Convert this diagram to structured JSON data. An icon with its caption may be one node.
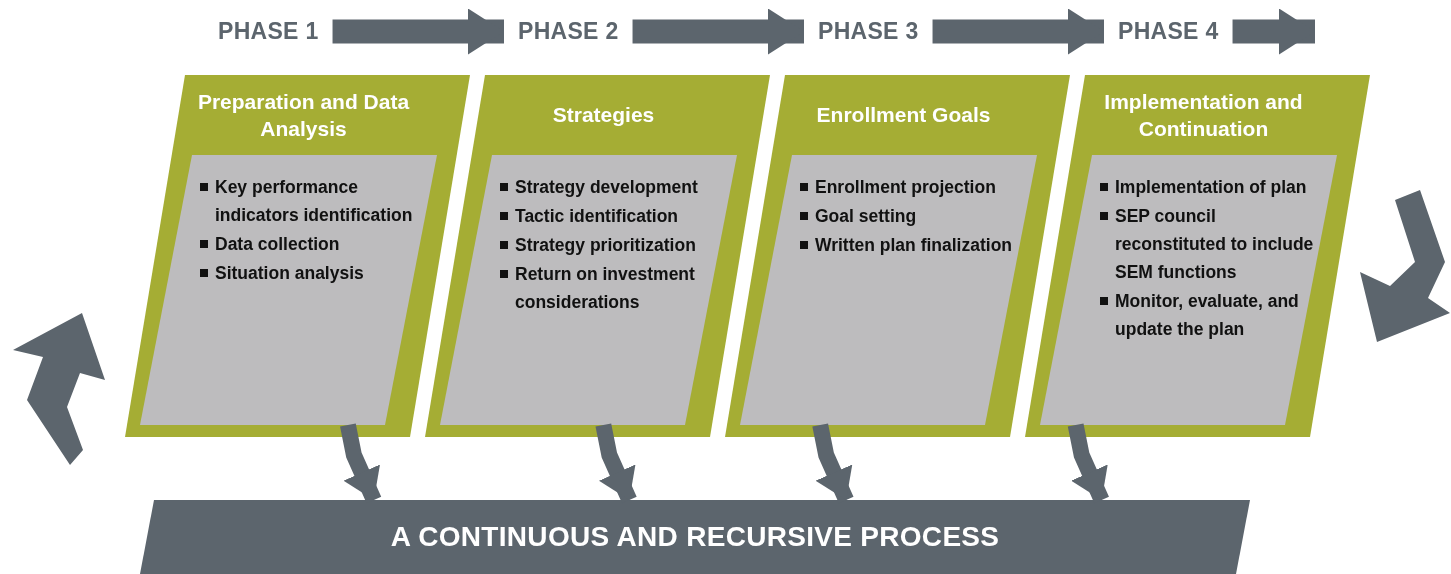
{
  "diagram": {
    "nodes": [
      {
        "text": [
          "PHASE 1"
        ]
      },
      {
        "text": [
          "Preparation and Data Analysis"
        ]
      },
      {
        "text": [
          "Key performance indicators identification",
          "Data collection",
          "Situation analysis"
        ],
        "in": 1
      },
      {
        "text": [
          "PHASE 2"
        ]
      },
      {
        "text": [
          "Strategies"
        ]
      },
      {
        "text": [
          "Strategy development",
          "Tactic identification",
          "Strategy prioritization",
          "Return on investment considerations"
        ],
        "in": 4
      },
      {
        "text": [
          "PHASE 3"
        ]
      },
      {
        "text": [
          "Enrollment Goals"
        ]
      },
      {
        "text": [
          "Enrollment projection",
          "Goal setting",
          "Written plan finalization"
        ],
        "in": 7
      },
      {
        "text": [
          "PHASE 4"
        ]
      },
      {
        "text": [
          "Implementation and Continuation"
        ]
      },
      {
        "text": [
          "Implementation of plan",
          "SEP council reconstituted to include SEM functions",
          "Monitor, evaluate, and update the plan"
        ],
        "in": 10
      },
      {
        "text": [
          "A CONTINUOUS AND RECURSIVE PROCESS"
        ]
      }
    ],
    "edges": [
      {
        "from": 0,
        "to": 3,
        "arrow": "to"
      },
      {
        "from": 3,
        "to": 6,
        "arrow": "to"
      },
      {
        "from": 6,
        "to": 9,
        "arrow": "to"
      },
      {
        "from": 9,
        "to": 10,
        "arrow": "to"
      },
      {
        "from": 2,
        "to": 12,
        "arrow": "to"
      },
      {
        "from": 5,
        "to": 12,
        "arrow": "to"
      },
      {
        "from": 8,
        "to": 12,
        "arrow": "to"
      },
      {
        "from": 11,
        "to": 12,
        "arrow": "to"
      }
    ]
  }
}
